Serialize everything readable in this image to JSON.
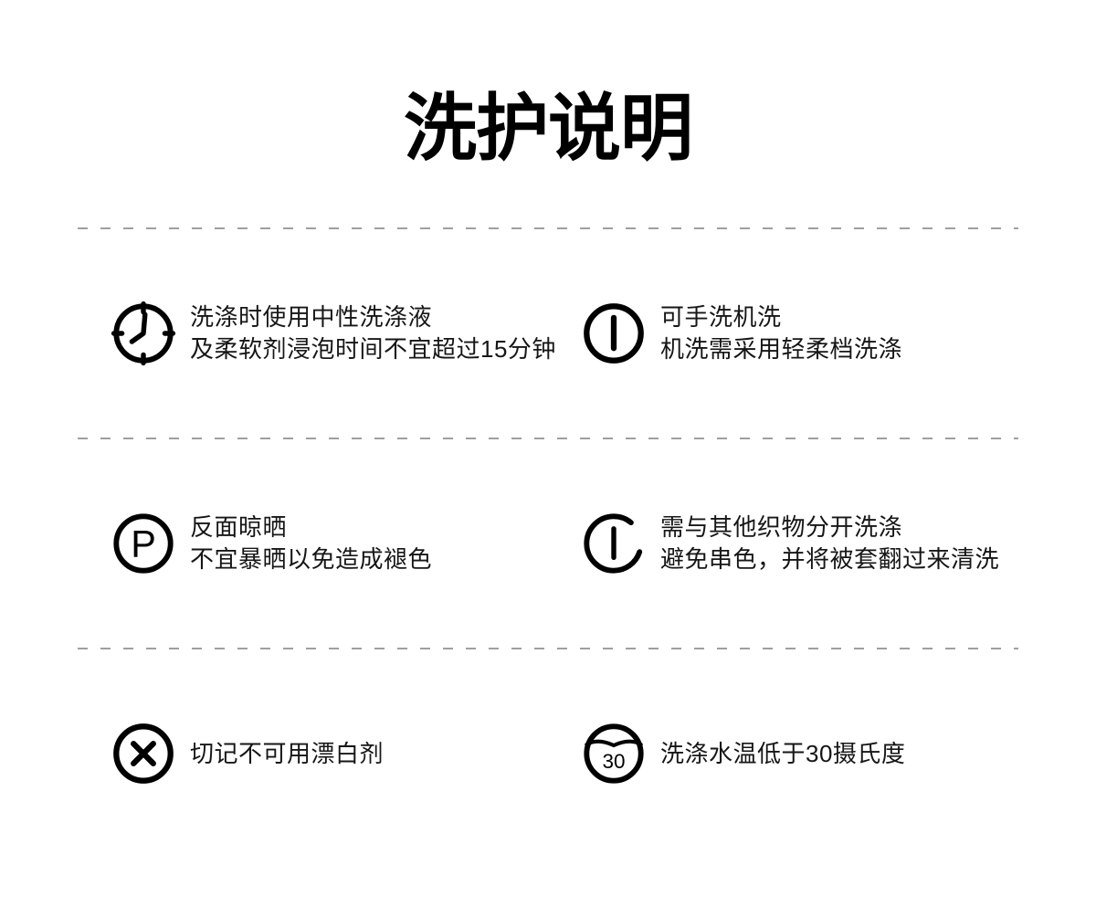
{
  "page": {
    "title": "洗护说明",
    "background": "#ffffff"
  },
  "colors": {
    "title_text": "#000000",
    "body_text": "#161616",
    "icon_stroke": "#000000",
    "divider_dash": "#9f9f9f"
  },
  "care_items": [
    {
      "icon": "clock-icon",
      "lines": [
        "洗涤时使用中性洗涤液",
        "及柔软剂浸泡时间不宜超过15分钟"
      ]
    },
    {
      "icon": "hand-machine-wash-icon",
      "lines": [
        "可手洗机洗",
        "机洗需采用轻柔档洗涤"
      ]
    },
    {
      "icon": "reverse-side-dry-icon",
      "symbol": "P",
      "lines": [
        "反面晾晒",
        "不宜暴晒以免造成褪色"
      ]
    },
    {
      "icon": "separate-wash-icon",
      "lines": [
        "需与其他织物分开洗涤",
        "避免串色，并将被套翻过来清洗"
      ]
    },
    {
      "icon": "no-bleach-icon",
      "lines": [
        "切记不可用漂白剂"
      ]
    },
    {
      "icon": "max-30-degrees-icon",
      "symbol": "30",
      "lines": [
        "洗涤水温低于30摄氏度"
      ]
    }
  ]
}
